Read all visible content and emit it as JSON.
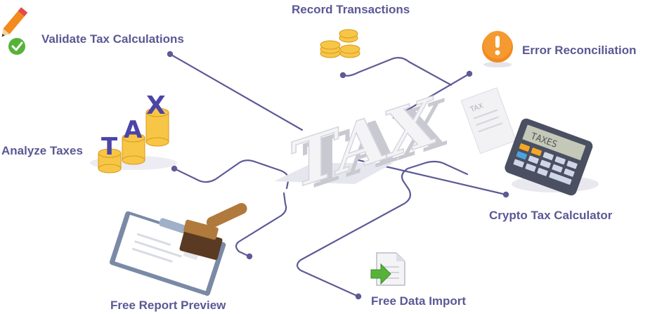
{
  "center": {
    "text": "TAX"
  },
  "features": [
    {
      "id": "record-transactions",
      "label": "Record Transactions",
      "icon": "coin-stacks-icon"
    },
    {
      "id": "validate-tax-calculations",
      "label": "Validate Tax Calculations",
      "icon": "pencil-checkmark-icon"
    },
    {
      "id": "error-reconciliation",
      "label": "Error Reconciliation",
      "icon": "warning-exclamation-icon"
    },
    {
      "id": "analyze-taxes",
      "label": "Analyze Taxes",
      "icon": "tax-letter-coins-icon"
    },
    {
      "id": "crypto-tax-calculator",
      "label": "Crypto Tax Calculator",
      "icon": "calculator-icon"
    },
    {
      "id": "free-report-preview",
      "label": "Free Report Preview",
      "icon": "clipboard-stamp-icon"
    },
    {
      "id": "free-data-import",
      "label": "Free Data Import",
      "icon": "document-import-icon"
    }
  ],
  "decor": {
    "coin_letters": [
      "T",
      "A",
      "X"
    ],
    "calculator_screen": "TAXES",
    "receipt_text": "TAX"
  },
  "colors": {
    "label": "#5a5894",
    "line": "#5d5a96",
    "orange": "#f28a1e",
    "coin": "#f7c646",
    "purple_letter": "#4c45a8",
    "green": "#57b23a"
  }
}
